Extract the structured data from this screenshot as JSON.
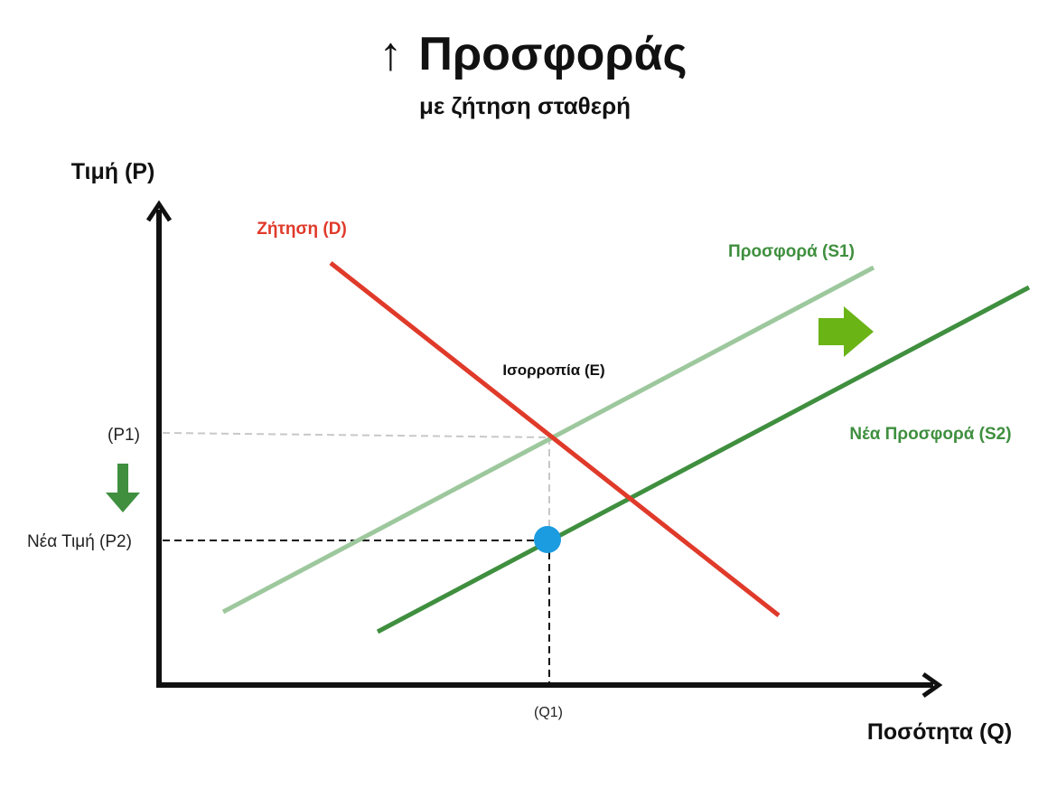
{
  "title": "Προσφοράς",
  "title_arrow": "↑",
  "subtitle": "με ζήτηση σταθερή",
  "axes": {
    "y_label": "Τιμή (P)",
    "x_label": "Ποσότητα (Q)"
  },
  "curves": {
    "demand_label": "Ζήτηση (D)",
    "supply1_label": "Προσφορά (S1)",
    "supply2_label": "Νέα Προσφορά (S2)"
  },
  "equilibrium_label": "Ισορροπία (E)",
  "ticks": {
    "p1": "(P1)",
    "p2": "Νέα Τιμή (P2)",
    "q1": "(Q1)"
  },
  "colors": {
    "demand": "#e03a2a",
    "supply1": "#9dc89d",
    "supply2": "#3f8f3f",
    "shift_arrow": "#6ab416",
    "price_arrow": "#3f8f3f",
    "new_point": "#1b9be0",
    "axis": "#111111"
  },
  "icons": {
    "shift": "right-arrow-icon",
    "price_change": "down-arrow-icon"
  }
}
